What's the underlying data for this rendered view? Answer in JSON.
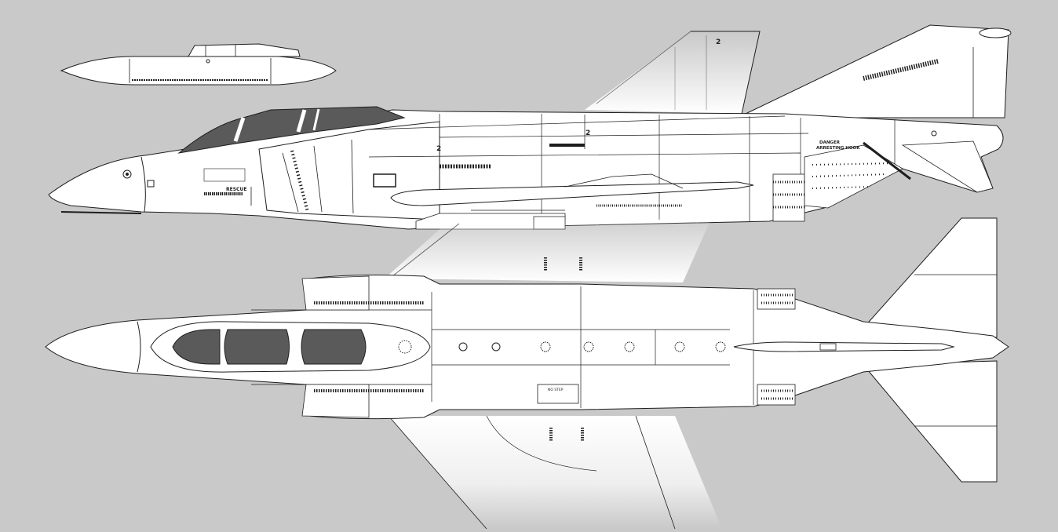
{
  "colors": {
    "background": "#c9c9c9",
    "airframe": "#ffffff",
    "line": "#1e1e1e",
    "canopy": "#5a5a5a",
    "stencil": "#3a3a3a"
  },
  "side_view": {
    "stencils": {
      "rescue": "RESCUE",
      "danger": "DANGER",
      "arresting_hook": "ARRESTING HOOK",
      "num_tail": "2",
      "num_intake": "2",
      "num_mid": "2"
    }
  },
  "top_view": {
    "stencils": {
      "no_step": "NO STEP"
    }
  }
}
